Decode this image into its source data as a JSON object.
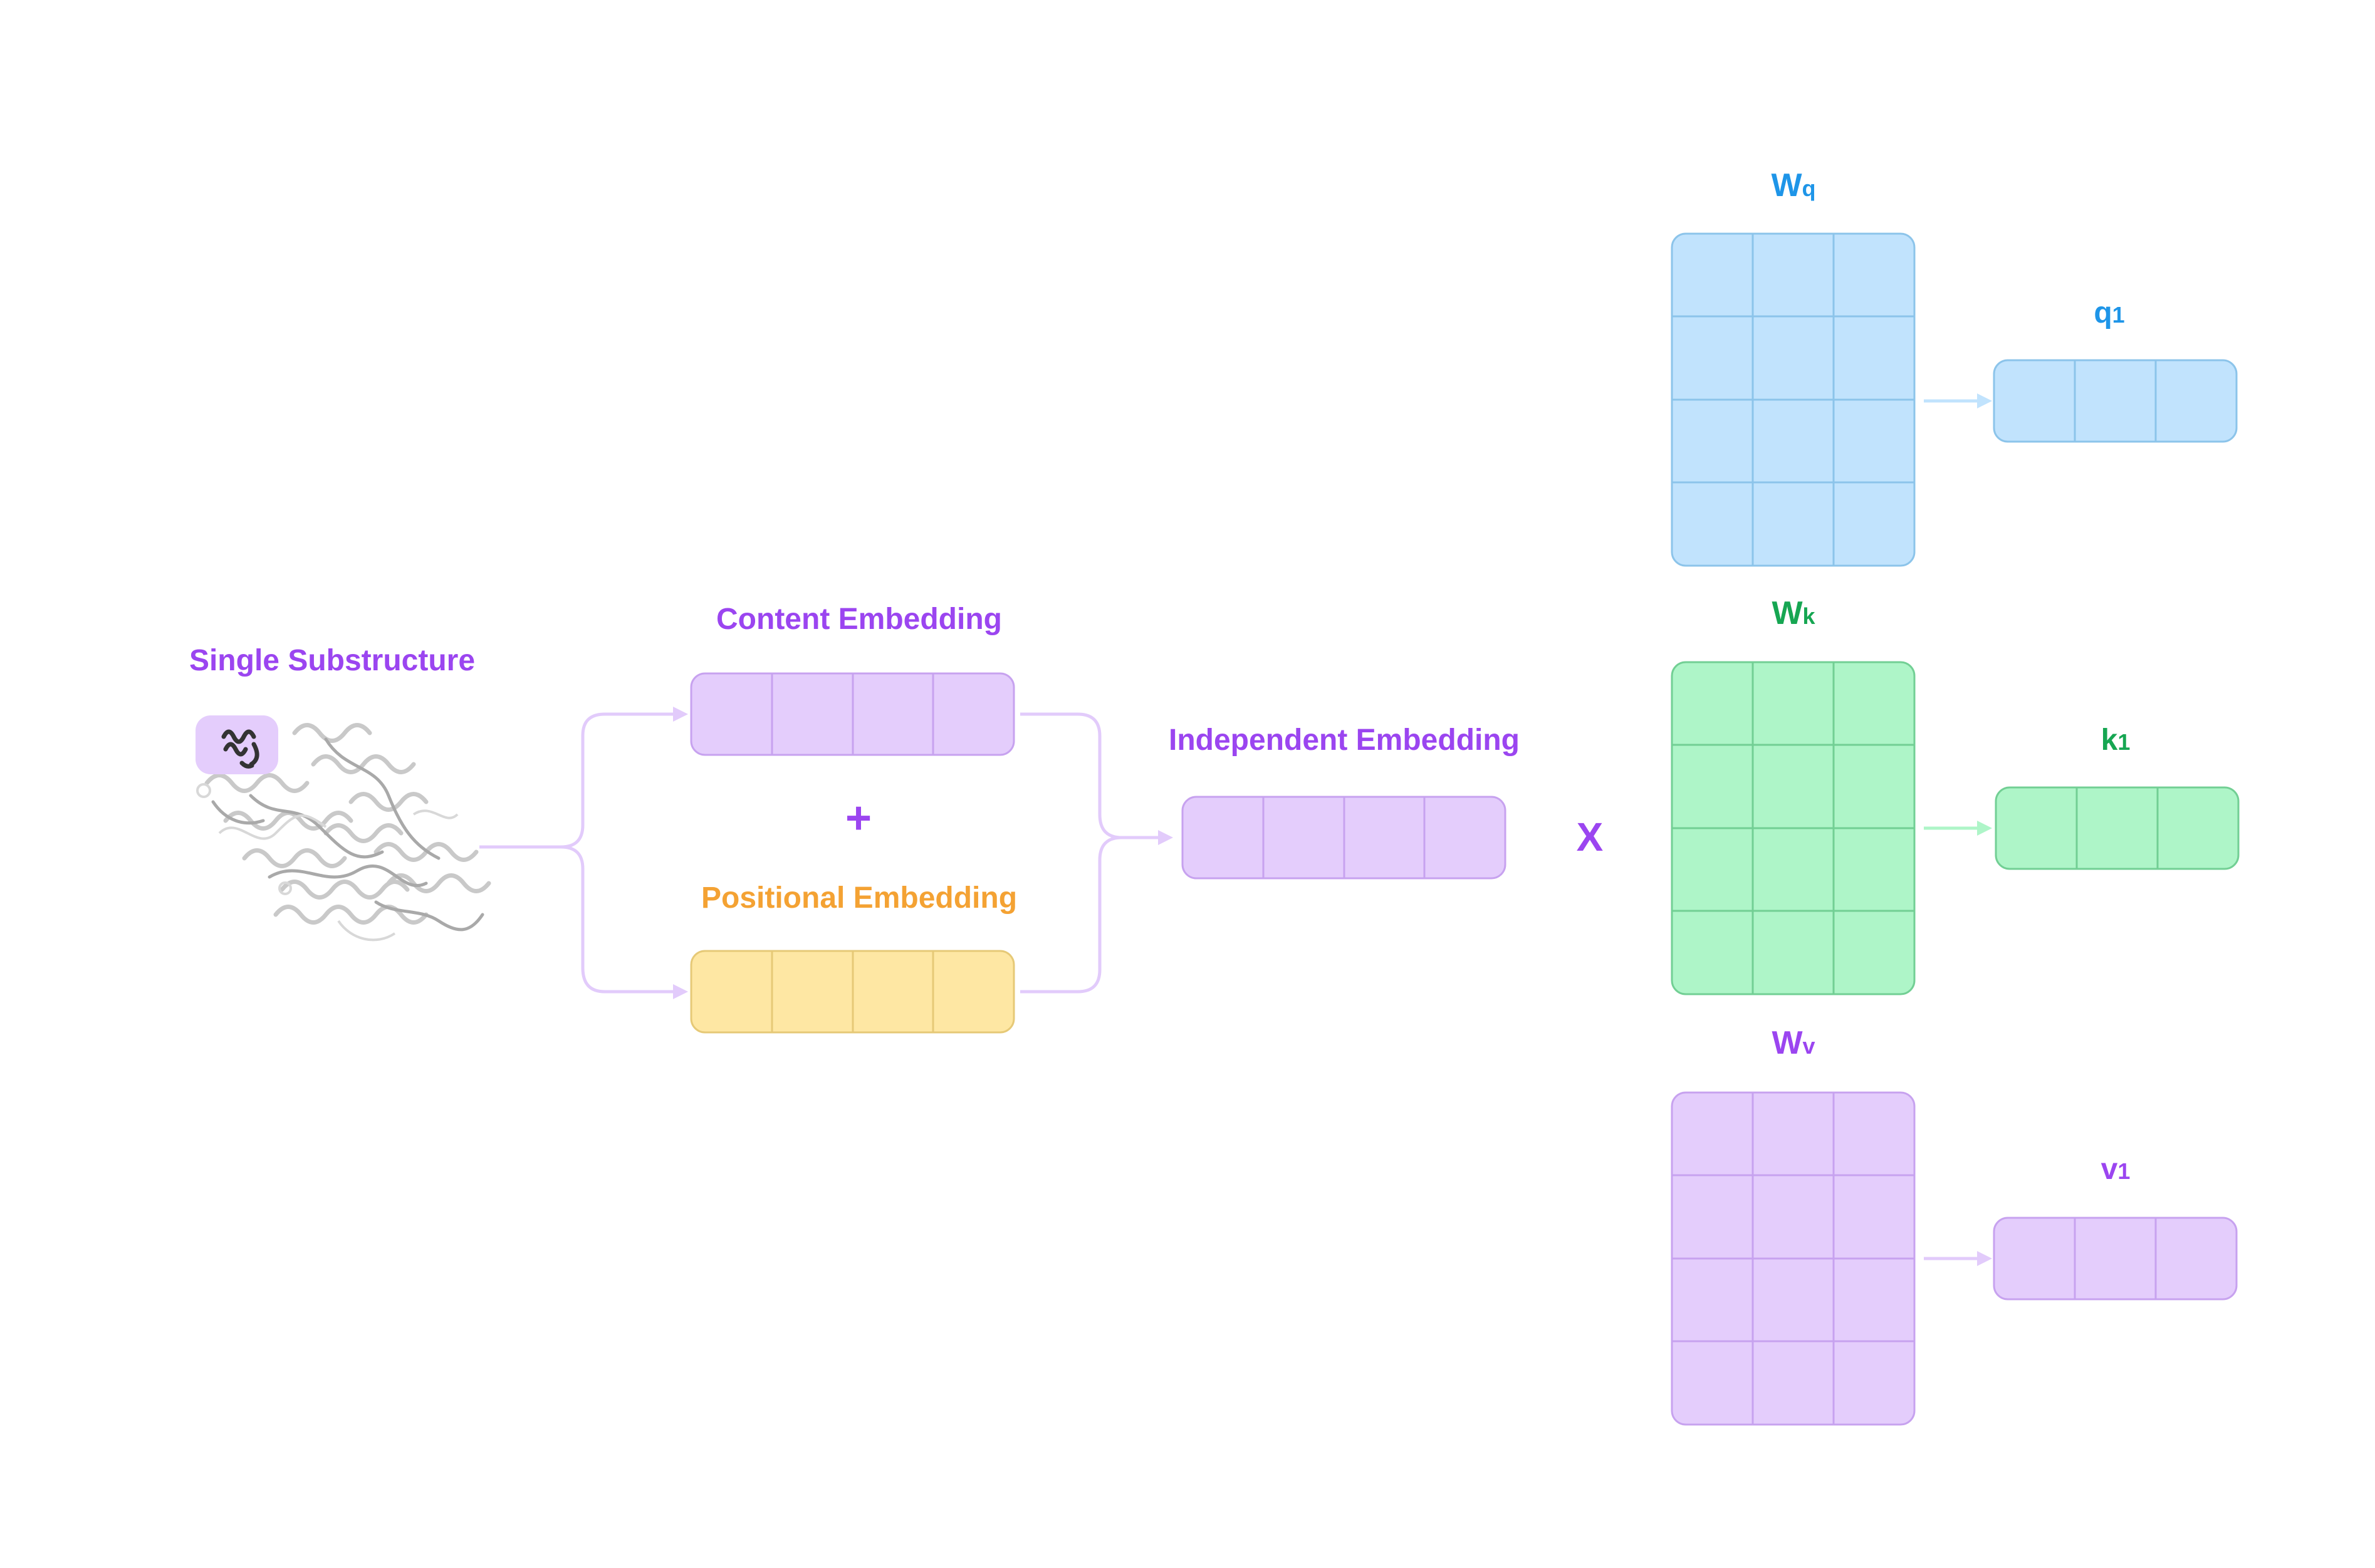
{
  "colors": {
    "purple_text": "#9b45f0",
    "purple_fill": "#e4cdfc",
    "purple_stroke": "#c7a2ef",
    "purple_line": "#e2cbfb",
    "yellow_fill": "#fee7a3",
    "yellow_stroke": "#e6c977",
    "orange_text": "#f4a233",
    "blue_text": "#1e95e8",
    "blue_fill": "#c1e3fd",
    "blue_stroke": "#8cc4ea",
    "green_text": "#16a652",
    "green_fill": "#aef5c8",
    "green_stroke": "#72cf94"
  },
  "labels": {
    "single_substructure": "Single Substructure",
    "content_embedding": "Content Embedding",
    "plus": "+",
    "positional_embedding": "Positional Embedding",
    "independent_embedding": "Independent Embedding",
    "multiply": "X"
  },
  "weights": {
    "wq": {
      "main": "W",
      "sub": "q"
    },
    "wk": {
      "main": "W",
      "sub": "k"
    },
    "wv": {
      "main": "W",
      "sub": "v"
    }
  },
  "outputs": {
    "q1": {
      "main": "q",
      "sub": "1"
    },
    "k1": {
      "main": "k",
      "sub": "1"
    },
    "v1": {
      "main": "v",
      "sub": "1"
    }
  }
}
